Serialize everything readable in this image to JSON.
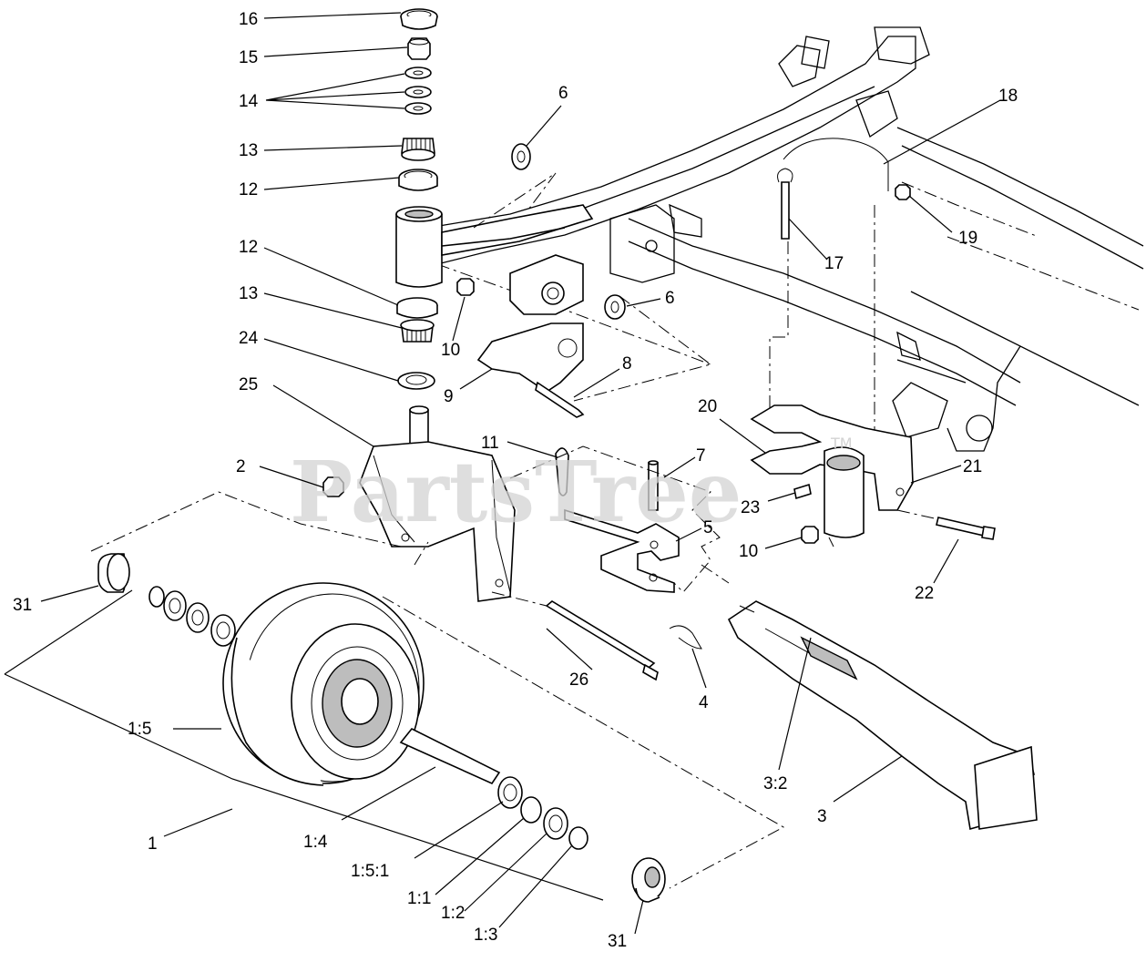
{
  "watermark": {
    "text": "PartsTree",
    "tm": "TM"
  },
  "callouts": [
    "16",
    "15",
    "14",
    "13",
    "12",
    "12",
    "13",
    "24",
    "25",
    "2",
    "31",
    "1:5",
    "1",
    "1:4",
    "1:5:1",
    "1:1",
    "1:2",
    "1:3",
    "31",
    "26",
    "4",
    "3:2",
    "3",
    "6",
    "6",
    "10",
    "8",
    "9",
    "11",
    "7",
    "5",
    "18",
    "19",
    "17",
    "20",
    "21",
    "23",
    "10",
    "22"
  ]
}
